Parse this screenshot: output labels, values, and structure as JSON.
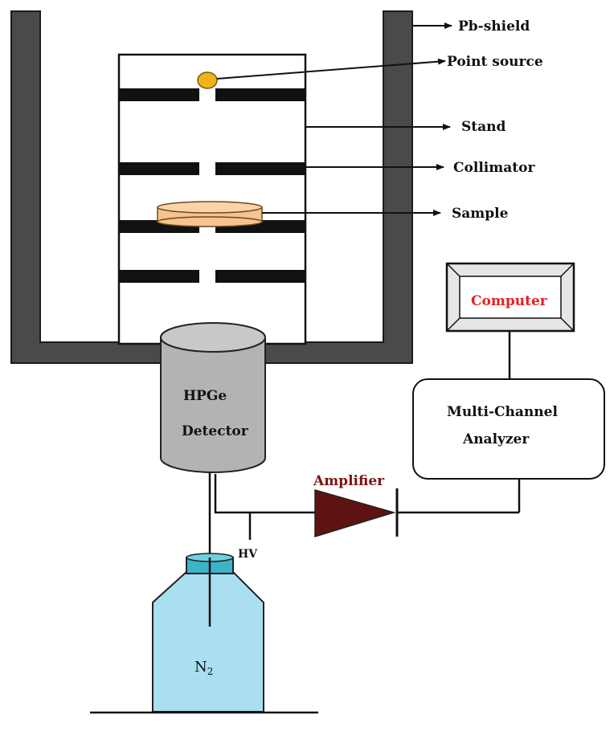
{
  "labels": {
    "pb_shield": "Pb-shield",
    "point_source": "Point source",
    "stand": "Stand",
    "collimator": "Collimator",
    "sample": "Sample",
    "computer": "Computer",
    "mca_line1": "Multi-Channel",
    "mca_line2": "Analyzer",
    "amplifier": "Amplifier",
    "detector_line1": "HPGe",
    "detector_line2": "Detector",
    "hv": "HV",
    "n2_base": "N",
    "n2_sub": "2"
  },
  "colors": {
    "shield": "#4a4a4a",
    "point_source": "#f2b21a",
    "sample": "#f8c38e",
    "detector": "#b3b3b3",
    "dewar": "#a9dff0",
    "dewar_cap": "#3cb3c7",
    "amplifier": "#5e1212",
    "computer_text": "#e32020",
    "amplifier_text": "#7a1414",
    "monitor_frame": "#e6e6e6"
  },
  "icons": {
    "point_source": "yellow-disk",
    "detector": "gray-cylinder",
    "dewar": "blue-bottle",
    "amplifier": "triangle-diode",
    "computer": "monitor-box"
  }
}
